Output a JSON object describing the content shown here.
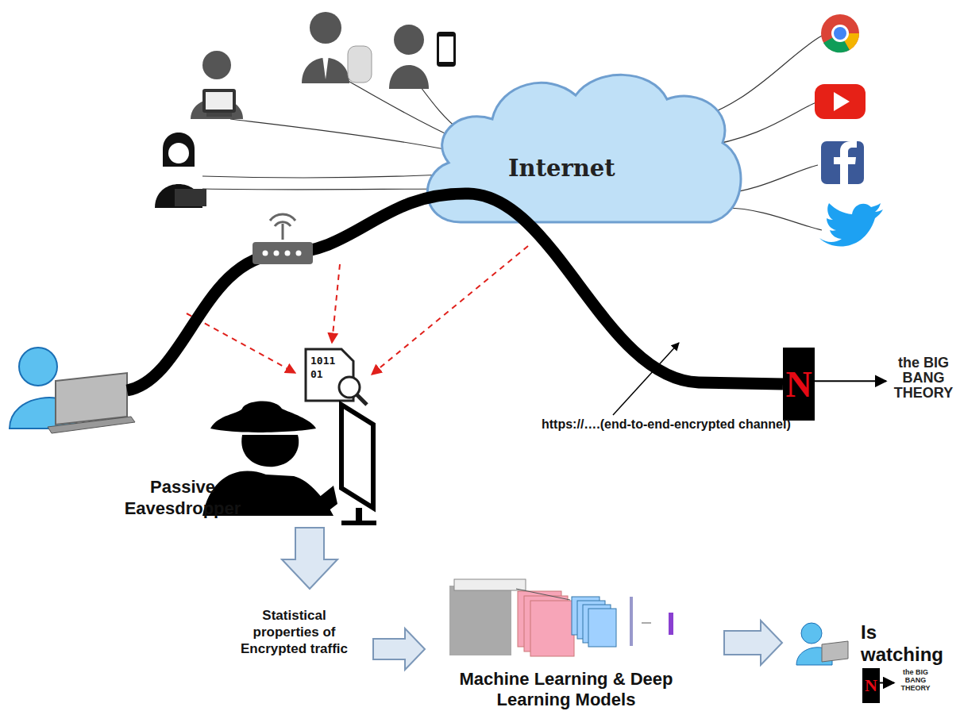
{
  "diagram": {
    "nodes": [
      {
        "text": [
          "Internet"
        ]
      },
      {
        "text": [
          "N"
        ]
      },
      {
        "text": [
          "the BIG BANG THEORY"
        ]
      },
      {
        "text": [
          "N"
        ]
      },
      {
        "text": [
          "the BIG BANG THEORY"
        ]
      }
    ],
    "edges": [
      {
        "from": 1,
        "to": 2,
        "arrow": "to"
      },
      {
        "from": 3,
        "to": 4,
        "arrow": "to"
      }
    ],
    "labels": [
      "https://….(end-to-end-encrypted channel)",
      "Passive Eavesdropper",
      "Statistical properties of Encrypted traffic",
      "Machine Learning & Deep Learning Models",
      "Is watching",
      "1011",
      "01"
    ]
  }
}
